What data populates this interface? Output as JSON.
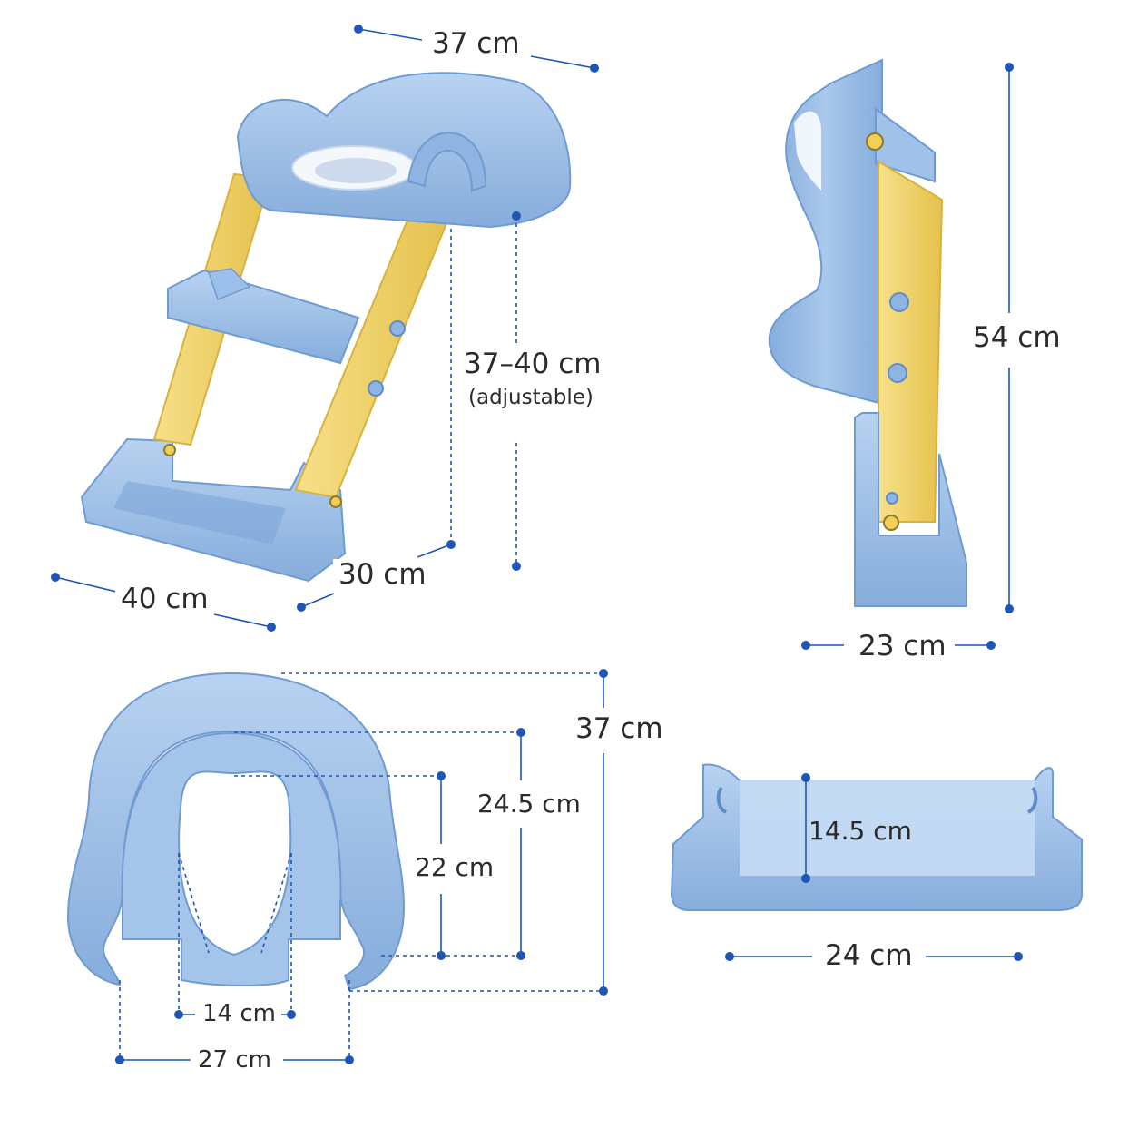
{
  "colors": {
    "body_blue": "#94b9e4",
    "body_blue_dark": "#6f9bd2",
    "body_blue_light": "#b8d2f0",
    "frame_yellow": "#f5db7a",
    "frame_yellow_dark": "#e2bf47",
    "dimension_line": "#1f55b5",
    "label_text": "#2b2b2b",
    "background": "#ffffff"
  },
  "dimensions": {
    "ladder_width": "37 cm",
    "ladder_depth": "40 cm",
    "ladder_base": "30 cm",
    "seat_height": "37–40 cm",
    "seat_height_note": "(adjustable)",
    "side_height": "54 cm",
    "side_depth": "23 cm",
    "seat_length": "37 cm",
    "seat_inner_length": "24.5 cm",
    "seat_hole_length": "22 cm",
    "seat_hole_width": "14 cm",
    "seat_width": "27 cm",
    "step_height": "14.5 cm",
    "step_width": "24 cm"
  },
  "views": {
    "ladder": "ladder-perspective-view",
    "side": "side-view",
    "seat": "seat-top-view",
    "step": "step-front-view"
  }
}
